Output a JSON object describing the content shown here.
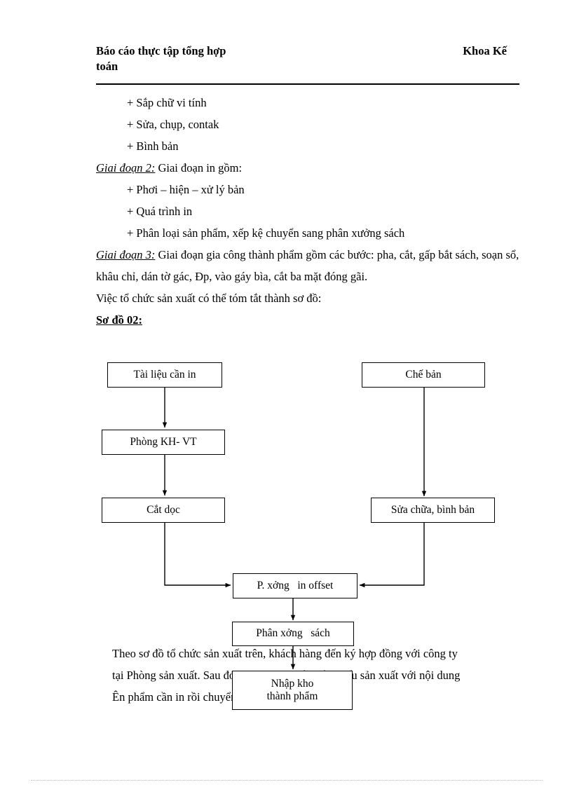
{
  "header": {
    "left_line1": "Báo cáo thực tập tổng hợp",
    "left_line2": "toán",
    "right": "Khoa Kế"
  },
  "content": {
    "bullets_stage1": [
      "+ Sắp chữ vi tính",
      "+ Sửa, chụp, contak",
      "+ Bình bản"
    ],
    "stage2_label": "Giai đoạn 2:",
    "stage2_text": " Giai đoạn in gồm:",
    "bullets_stage2": [
      "+ Phơi – hiện – xử lý bản",
      "+ Quá trình in",
      "+ Phân loại sản phẩm, xếp kệ chuyển sang phân xưởng sách"
    ],
    "stage3_label": "Giai đoạn 3:",
    "stage3_text": " Giai đoạn gia công thành phẩm gồm các bước: pha, cắt, gấp bắt sách, soạn sổ, khâu chỉ, dán tờ gác, Đp, vào gáy bìa, cắt ba mặt đóng gãi.",
    "summary_line": "Việc tổ chức sản xuất có thể tóm tắt thành sơ đồ:",
    "diagram_caption": "Sơ đồ 02:"
  },
  "diagram": {
    "nodes": [
      {
        "id": "tai-lieu-can-in",
        "label": "Tài liệu cần in"
      },
      {
        "id": "che-ban",
        "label": "Chế bản"
      },
      {
        "id": "phong-kh-vt",
        "label": "Phòng KH- VT"
      },
      {
        "id": "cat-doc",
        "label": "Cắt dọc"
      },
      {
        "id": "sua-chua-binh-ban",
        "label": "Sửa chữa, bình bản"
      },
      {
        "id": "p-xuong-in-offset",
        "label": "P. xởng   in offset"
      },
      {
        "id": "phan-xuong-sach",
        "label": "Phân xởng   sách"
      },
      {
        "id": "nhap-kho-thanh-pham",
        "label": "Nhập kho\nthành phẩm"
      }
    ]
  },
  "closing": {
    "line1": "Theo sơ đồ tổ chức sản xuất trên, khách hàng đến ký hợp đồng với công ty",
    "line2": "tại Phòng sản xuất. Sau đó phòng sản xuất viết Phiếu sản xuất với nội dung",
    "line3": "Ên phẩm cần in rồi chuyển sang Chế bản."
  }
}
